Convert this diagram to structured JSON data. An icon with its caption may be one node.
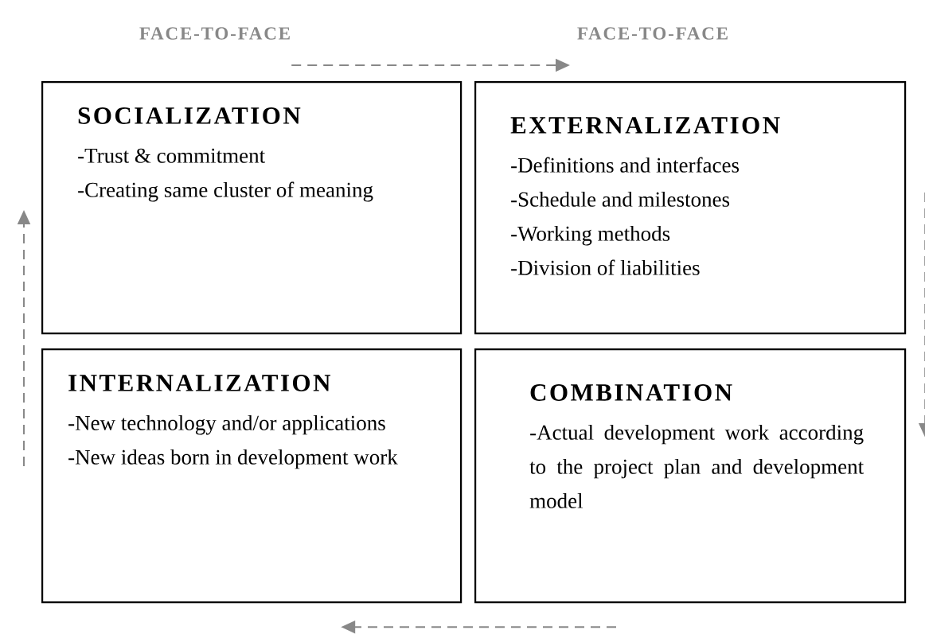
{
  "diagram": {
    "nodes": [
      {
        "text": [
          "SOCIALIZATION",
          "-Trust & commitment",
          "-Creating same cluster of meaning"
        ]
      },
      {
        "text": [
          "EXTERNALIZATION",
          "-Definitions and interfaces",
          "-Schedule and milestones",
          "-Working methods",
          "-Division of liabilities"
        ]
      },
      {
        "text": [
          "INTERNALIZATION",
          "-New technology and/or applications",
          "-New ideas born in development work"
        ]
      },
      {
        "text": [
          "COMBINATION",
          "-Actual development work according to the project plan and development model"
        ]
      }
    ],
    "edges": [
      {
        "from": 0,
        "to": 1,
        "arrow": "to",
        "style": "dashed"
      },
      {
        "from": 1,
        "to": 3,
        "arrow": "to",
        "style": "dashed"
      },
      {
        "from": 3,
        "to": 2,
        "arrow": "to",
        "style": "dashed"
      },
      {
        "from": 2,
        "to": 0,
        "arrow": "to",
        "style": "dashed"
      }
    ],
    "labels": [
      "FACE-TO-FACE",
      "FACE-TO-FACE"
    ]
  }
}
